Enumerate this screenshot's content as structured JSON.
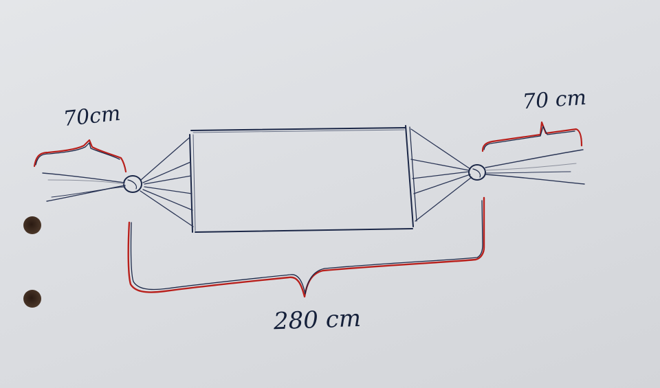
{
  "labels": {
    "left_length": "70cm",
    "right_length": "70 cm",
    "total_length": "280 cm"
  },
  "colors": {
    "paper": "#dcdee2",
    "ink_blue": "#1b2747",
    "ink_red": "#b8201c",
    "hole": "#3a2619"
  }
}
